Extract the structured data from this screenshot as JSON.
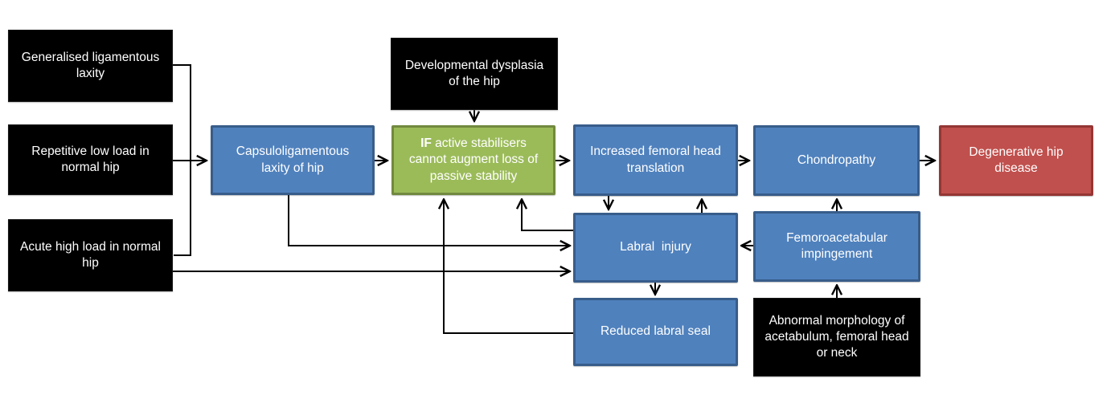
{
  "diagram": {
    "title_semantic": "Hip instability pathway flowchart",
    "colors": {
      "background": "#ffffff",
      "black_node_fill": "#000000",
      "blue_node_fill": "#4f81bd",
      "blue_node_border": "#385d8a",
      "green_node_fill": "#9bbb59",
      "green_node_border": "#71893f",
      "red_node_fill": "#c0504d",
      "red_node_border": "#943634",
      "node_text": "#ffffff",
      "connector": "#000000"
    },
    "nodes": {
      "generalised_laxity": {
        "label": "Generalised ligamentous laxity",
        "type": "black"
      },
      "repetitive_load": {
        "label": "Repetitive low load in normal hip",
        "type": "black"
      },
      "acute_load": {
        "label": "Acute high load in normal hip",
        "type": "black"
      },
      "capsuloligamentous": {
        "label": "Capsuloligamentous laxity of hip",
        "type": "blue"
      },
      "ddh": {
        "label": "Developmental dysplasia of the hip",
        "type": "black"
      },
      "active_stabilisers": {
        "label_bold": "IF",
        "label_rest": " active stabilisers cannot augment loss of passive stability",
        "type": "green"
      },
      "femoral_translation": {
        "label": "Increased femoral head translation",
        "type": "blue"
      },
      "chondropathy": {
        "label": "Chondropathy",
        "type": "blue"
      },
      "degenerative": {
        "label": "Degenerative hip disease",
        "type": "red"
      },
      "labral_injury": {
        "label": "Labral  injury",
        "type": "blue"
      },
      "fai": {
        "label": "Femoroacetabular impingement",
        "type": "blue"
      },
      "labral_seal": {
        "label": "Reduced labral seal",
        "type": "blue"
      },
      "abnormal_morphology": {
        "label": "Abnormal morphology of acetabulum, femoral head or neck",
        "type": "black"
      }
    },
    "edges": [
      "generalised_laxity + repetitive_load + acute_load -> capsuloligamentous",
      "ddh -> active_stabilisers",
      "capsuloligamentous -> active_stabilisers",
      "active_stabilisers -> femoral_translation",
      "femoral_translation -> chondropathy",
      "chondropathy -> degenerative",
      "femoral_translation <-> labral_injury",
      "fai -> chondropathy",
      "fai -> labral_injury",
      "abnormal_morphology -> fai",
      "capsuloligamentous -> labral_injury",
      "acute_load -> labral_injury",
      "labral_injury -> labral_seal",
      "labral_injury -> active_stabilisers",
      "labral_seal -> active_stabilisers"
    ]
  }
}
